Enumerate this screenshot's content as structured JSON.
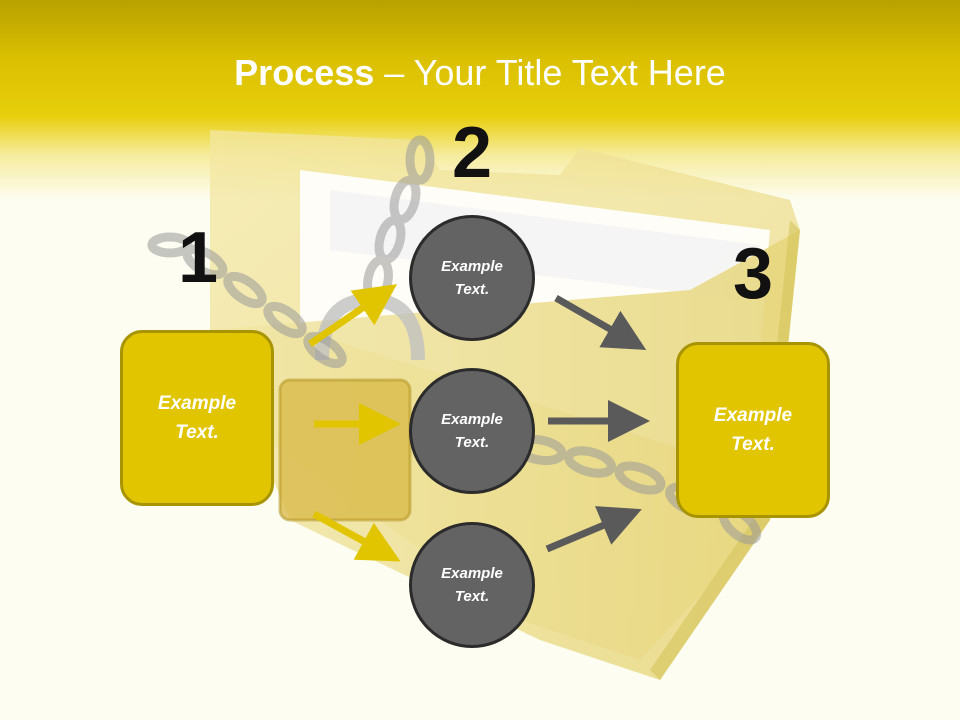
{
  "title": {
    "bold": "Process",
    "rest": " – Your Title Text Here"
  },
  "steps": {
    "one": {
      "number": "1",
      "box_text": "Example Text."
    },
    "two": {
      "number": "2",
      "circles": [
        "Example Text.",
        "Example Text.",
        "Example Text."
      ]
    },
    "three": {
      "number": "3",
      "box_text": "Example Text."
    }
  },
  "colors": {
    "accent_yellow": "#e1c500",
    "accent_yellow_border": "#a89400",
    "circle_gray": "#636363",
    "arrow_yellow": "#e1c500",
    "arrow_gray": "#5a5a5a"
  },
  "icons": {
    "background": "locked-folder-chain-padlock-illustration"
  }
}
